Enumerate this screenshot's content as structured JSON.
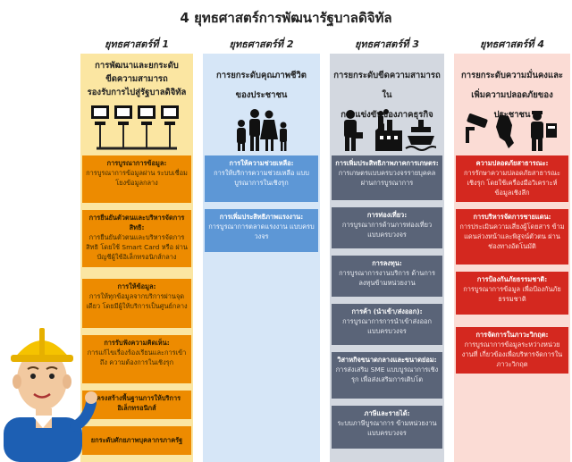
{
  "title": "4 ยุทธศาสตร์การพัฒนารัฐบาลดิจิทัล",
  "strategies": [
    {
      "heading": "ยุทธศาสตร์ที่ 1",
      "subtitle_lines": [
        "การพัฒนาและยกระดับ",
        "ขีดความสามารถ",
        "รองรับการไปสู่รัฐบาลดิจิทัล"
      ],
      "color": "#fbe6a2",
      "items": [
        {
          "title": "การบูรณาการข้อมูล:",
          "desc": "การบูรณาการข้อมูลผ่าน ระบบเชื่อมโยงข้อมูลกลาง"
        },
        {
          "title": "การยืนยันตัวตนและบริหารจัดการสิทธิ:",
          "desc": "การยืนยันตัวตนและบริหารจัดการสิทธิ โดยใช้ Smart Card หรือ ผ่านบัญชีผู้ใช้อิเล็กทรอนิกส์กลาง"
        },
        {
          "title": "การให้ข้อมูล:",
          "desc": "การให้ทุกข้อมูลจากบริการผ่านจุดเดียว โดยมีผู้ให้บริการเป็นศูนย์กลาง"
        },
        {
          "title": "การรับฟังความคิดเห็น:",
          "desc": "การแก้ไขเรื่องร้องเรียนและการเข้าถึง ความต้องการในเชิงรุก"
        },
        {
          "title": "โครงสร้างพื้นฐานการให้บริการ อิเล็กทรอนิกส์",
          "desc": ""
        },
        {
          "title": "ยกระดับศักยภาพบุคลากรภาครัฐ",
          "desc": ""
        }
      ]
    },
    {
      "heading": "ยุทธศาสตร์ที่ 2",
      "subtitle_lines": [
        "การยกระดับคุณภาพชีวิต",
        "ของประชาชน"
      ],
      "color": "#d6e6f7",
      "items": [
        {
          "title": "การให้ความช่วยเหลือ:",
          "desc": "การให้บริการความช่วยเหลือ แบบบูรณาการในเชิงรุก"
        },
        {
          "title": "การเพิ่มประสิทธิภาพแรงงาน:",
          "desc": "การบูรณาการตลาดแรงงาน แบบครบวงจร"
        }
      ]
    },
    {
      "heading": "ยุทธศาสตร์ที่ 3",
      "subtitle_lines": [
        "การยกระดับขีดความสามารถใน",
        "การแข่งขันของภาคธุรกิจ"
      ],
      "color": "#d3d8e0",
      "items": [
        {
          "title": "การเพิ่มประสิทธิภาพภาคการเกษตร:",
          "desc": "การเกษตรแบบครบวงจรรายบุคคล ผ่านการบูรณาการ"
        },
        {
          "title": "การท่องเที่ยว:",
          "desc": "การบูรณาการด้านการท่องเที่ยว แบบครบวงจร"
        },
        {
          "title": "การลงทุน:",
          "desc": "การบูรณาการงานบริการ ด้านการลงทุนข้ามหน่วยงาน"
        },
        {
          "title": "การค้า (นำเข้า/ส่งออก):",
          "desc": "การบูรณาการการนำเข้าส่งออก แบบครบวงจร"
        },
        {
          "title": "วิสาหกิจขนาดกลางและขนาดย่อม:",
          "desc": "การส่งเสริม SME แบบบูรณาการเชิงรุก เพื่อส่งเสริมการเติบโต"
        },
        {
          "title": "ภาษีและรายได้:",
          "desc": "ระบบภาษีบูรณาการ ข้ามหน่วยงานแบบครบวงจร"
        }
      ]
    },
    {
      "heading": "ยุทธศาสตร์ที่ 4",
      "subtitle_lines": [
        "การยกระดับความมั่นคงและ",
        "เพิ่มความปลอดภัยของประชาชน"
      ],
      "color": "#fbdcd5",
      "items": [
        {
          "title": "ความปลอดภัยสาธารณะ:",
          "desc": "การรักษาความปลอดภัยสาธารณะเชิงรุก โดยใช้เครื่องมือวิเคราะห์ข้อมูลเชิงลึก"
        },
        {
          "title": "การบริหารจัดการชายแดน:",
          "desc": "การประเมินความเสี่ยงผู้โดยสาร ข้ามแดนล่วงหน้าและพิสูจน์ตัวตน ผ่านช่องทางอัตโนมัติ"
        },
        {
          "title": "การป้องกันภัยธรรมชาติ:",
          "desc": "การบูรณาการข้อมูล เพื่อป้องกันภัยธรรมชาติ"
        },
        {
          "title": "การจัดการในภาวะวิกฤต:",
          "desc": "การบูรณาการข้อมูลระหว่างหน่วยงานที่ เกี่ยวข้องเพื่อบริหารจัดการในภาวะวิกฤต"
        }
      ]
    }
  ]
}
